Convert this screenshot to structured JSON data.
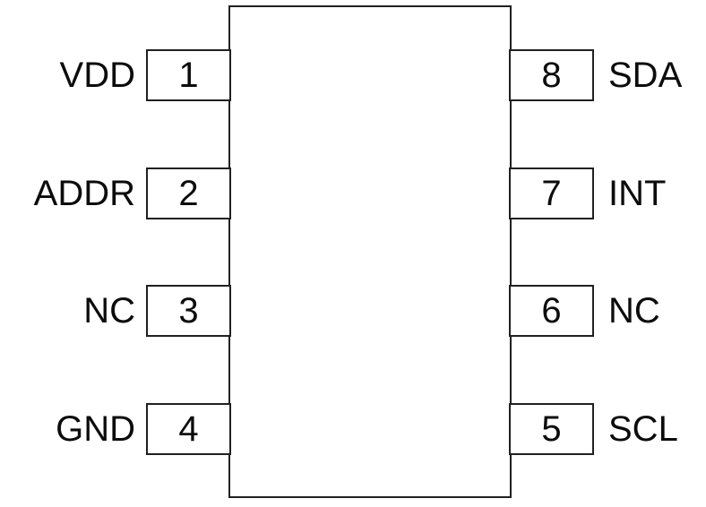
{
  "colors": {
    "line": "#231f20",
    "text": "#0c0c0c",
    "background": "#ffffff"
  },
  "chip": {
    "description": "8-pin IC pinout diagram",
    "left_pins": [
      {
        "number": "1",
        "label": "VDD"
      },
      {
        "number": "2",
        "label": "ADDR"
      },
      {
        "number": "3",
        "label": "NC"
      },
      {
        "number": "4",
        "label": "GND"
      }
    ],
    "right_pins": [
      {
        "number": "8",
        "label": "SDA"
      },
      {
        "number": "7",
        "label": "INT"
      },
      {
        "number": "6",
        "label": "NC"
      },
      {
        "number": "5",
        "label": "SCL"
      }
    ]
  }
}
